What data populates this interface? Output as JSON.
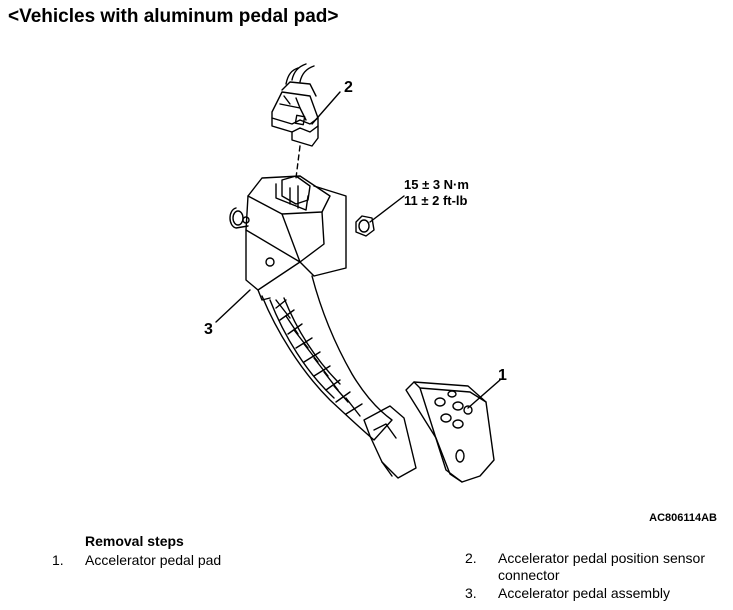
{
  "title": "<Vehicles with aluminum pedal pad>",
  "callouts": {
    "c1": "1",
    "c2": "2",
    "c3": "3"
  },
  "torque": {
    "line1": "15 ± 3 N·m",
    "line2": "11 ± 2 ft-lb"
  },
  "figure_code": "AC806114AB",
  "removal": {
    "heading": "Removal steps",
    "steps": [
      {
        "num": "1.",
        "text": "Accelerator pedal pad"
      },
      {
        "num": "2.",
        "text_line1": "Accelerator pedal position sensor",
        "text_line2": "connector"
      },
      {
        "num": "3.",
        "text": "Accelerator pedal assembly"
      }
    ]
  }
}
